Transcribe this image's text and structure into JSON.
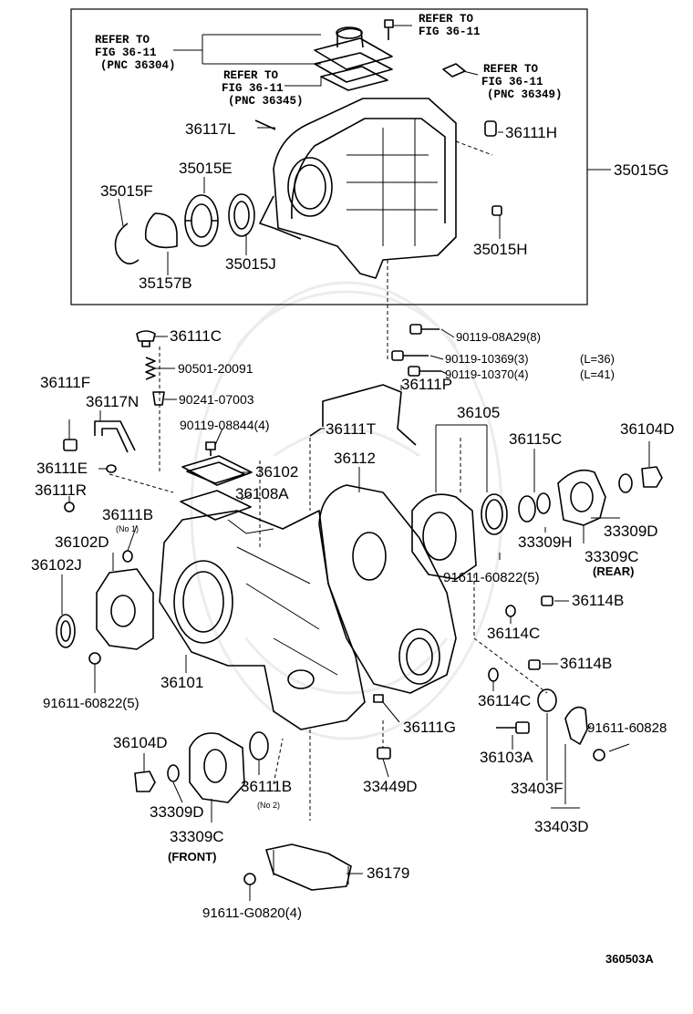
{
  "figure_id": "360503A",
  "references": [
    {
      "line1": "REFER TO",
      "line2": "FIG 36-11",
      "line3": ""
    },
    {
      "line1": "REFER TO",
      "line2": "FIG 36-11",
      "line3": "(PNC 36304)"
    },
    {
      "line1": "REFER TO",
      "line2": "FIG 36-11",
      "line3": "(PNC 36345)"
    },
    {
      "line1": "REFER TO",
      "line2": "FIG 36-11",
      "line3": "(PNC 36349)"
    }
  ],
  "parts": {
    "p35015G": "35015G",
    "p36117L": "36117L",
    "p36111H": "36111H",
    "p35015E": "35015E",
    "p35015F": "35015F",
    "p35015H": "35015H",
    "p35157B": "35157B",
    "p35015J": "35015J",
    "p36111C": "36111C",
    "p90119_08A29": "90119-08A29(8)",
    "p90119_10369": "90119-10369(3)",
    "p90119_10370": "90119-10370(4)",
    "len36": "(L=36)",
    "len41": "(L=41)",
    "p90501_20091": "90501-20091",
    "p36111F": "36111F",
    "p36117N": "36117N",
    "p90241_07003": "90241-07003",
    "p36111P": "36111P",
    "p90119_08844": "90119-08844(4)",
    "p36111T": "36111T",
    "p36105": "36105",
    "p36104D_a": "36104D",
    "p36111E": "36111E",
    "p36112": "36112",
    "p36115C": "36115C",
    "p36102": "36102",
    "p36108A": "36108A",
    "p36111R": "36111R",
    "p36111B_a": "36111B",
    "no1": "(No 1)",
    "p33309D_a": "33309D",
    "p36102D": "36102D",
    "p33309H": "33309H",
    "p33309C_rear": "33309C",
    "rear": "(REAR)",
    "p36102J": "36102J",
    "p91611_60822_a": "91611-60822(5)",
    "p36114B_a": "36114B",
    "p36114C_a": "36114C",
    "p36101": "36101",
    "p36114B_b": "36114B",
    "p91611_60822_b": "91611-60822(5)",
    "p36114C_b": "36114C",
    "p36111G": "36111G",
    "p91611_60828": "91611-60828",
    "p36104D_b": "36104D",
    "p36103A": "36103A",
    "p33309D_b": "33309D",
    "p36111B_b": "36111B",
    "no2": "(No 2)",
    "p33449D": "33449D",
    "p33403F": "33403F",
    "p33309C_front": "33309C",
    "front": "(FRONT)",
    "p33403D": "33403D",
    "p36179": "36179",
    "p91611_G0820": "91611-G0820(4)"
  }
}
